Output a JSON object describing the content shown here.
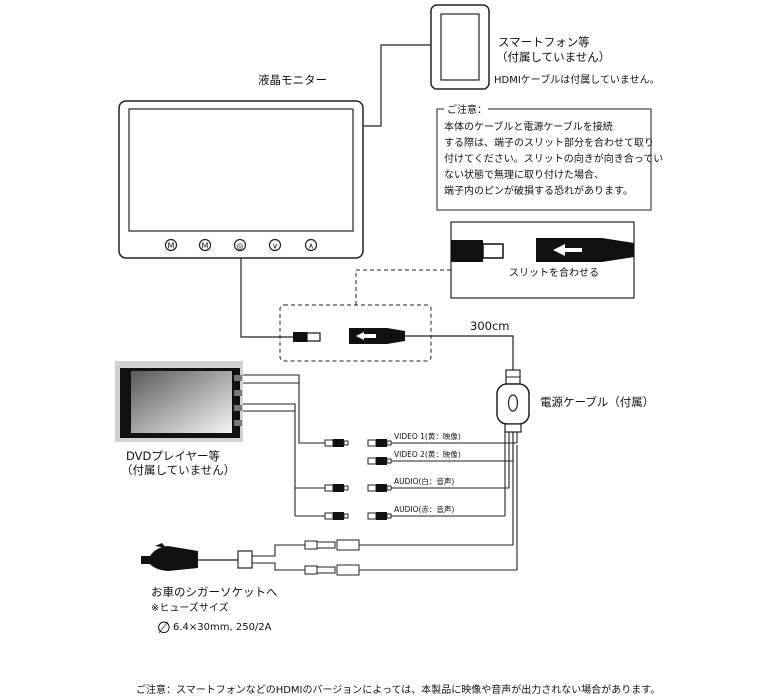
{
  "labels": {
    "monitor": "液晶モニター",
    "smartphone_line1": "スマートフォン等",
    "smartphone_line2": "（付属していません）",
    "hdmi_note": "HDMIケーブルは付属していません。",
    "dvd_line1": "DVDプレイヤー等",
    "dvd_line2": "（付属していません）",
    "power_cable": "電源ケーブル（付属）",
    "length": "300cm",
    "slit_align": "スリットを合わせる",
    "car_socket": "お車のシガーソケットへ",
    "fuse": "※ヒューズサイズ",
    "fuse_spec": "6.4×30mm, 250/2A",
    "diameter_symbol": "∅",
    "video1": "VIDEO 1(黄：映像)",
    "video2": "VIDEO 2(黄：映像)",
    "audio_white": "AUDIO(白：音声)",
    "audio_red": "AUDIO(赤：音声)",
    "footer": "ご注意：スマートフォンなどのHDMIのバージョンによっては、本製品に映像や音声が出力されない場合があります。"
  },
  "caution_box": {
    "title": "ご注意：",
    "lines": [
      "本体のケーブルと電源ケーブルを接続",
      "する際は、端子のスリット部分を合わせて取り",
      "付けてください。スリットの向きが向き合ってい",
      "ない状態で無理に取り付けた場合、",
      "端子内のピンが破損する恐れがあります。"
    ]
  },
  "monitor_buttons": [
    "M",
    "M",
    "◎",
    "∨",
    "∧"
  ]
}
